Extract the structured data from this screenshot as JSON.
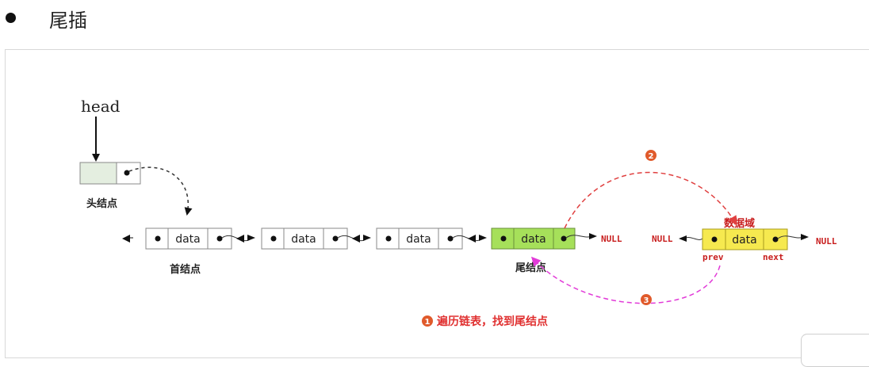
{
  "heading": "尾插",
  "diagram": {
    "head_label": "head",
    "head_node_label": "头结点",
    "first_node_label": "首结点",
    "tail_node_label": "尾结点",
    "data_text": "data",
    "null_text": "NULL",
    "prev_label": "prev",
    "next_label": "next",
    "data_field_label": "数据域",
    "step1_text": "遍历链表，找到尾结点",
    "step_numbers": [
      "1",
      "2",
      "3"
    ]
  },
  "colors": {
    "tail_node_fill": "#a6e05a",
    "new_node_fill": "#f6e94f",
    "step2_color": "#e04040",
    "step3_color": "#e23bd8",
    "null_color": "#c81e1e",
    "badge_color": "#e05a2b"
  }
}
